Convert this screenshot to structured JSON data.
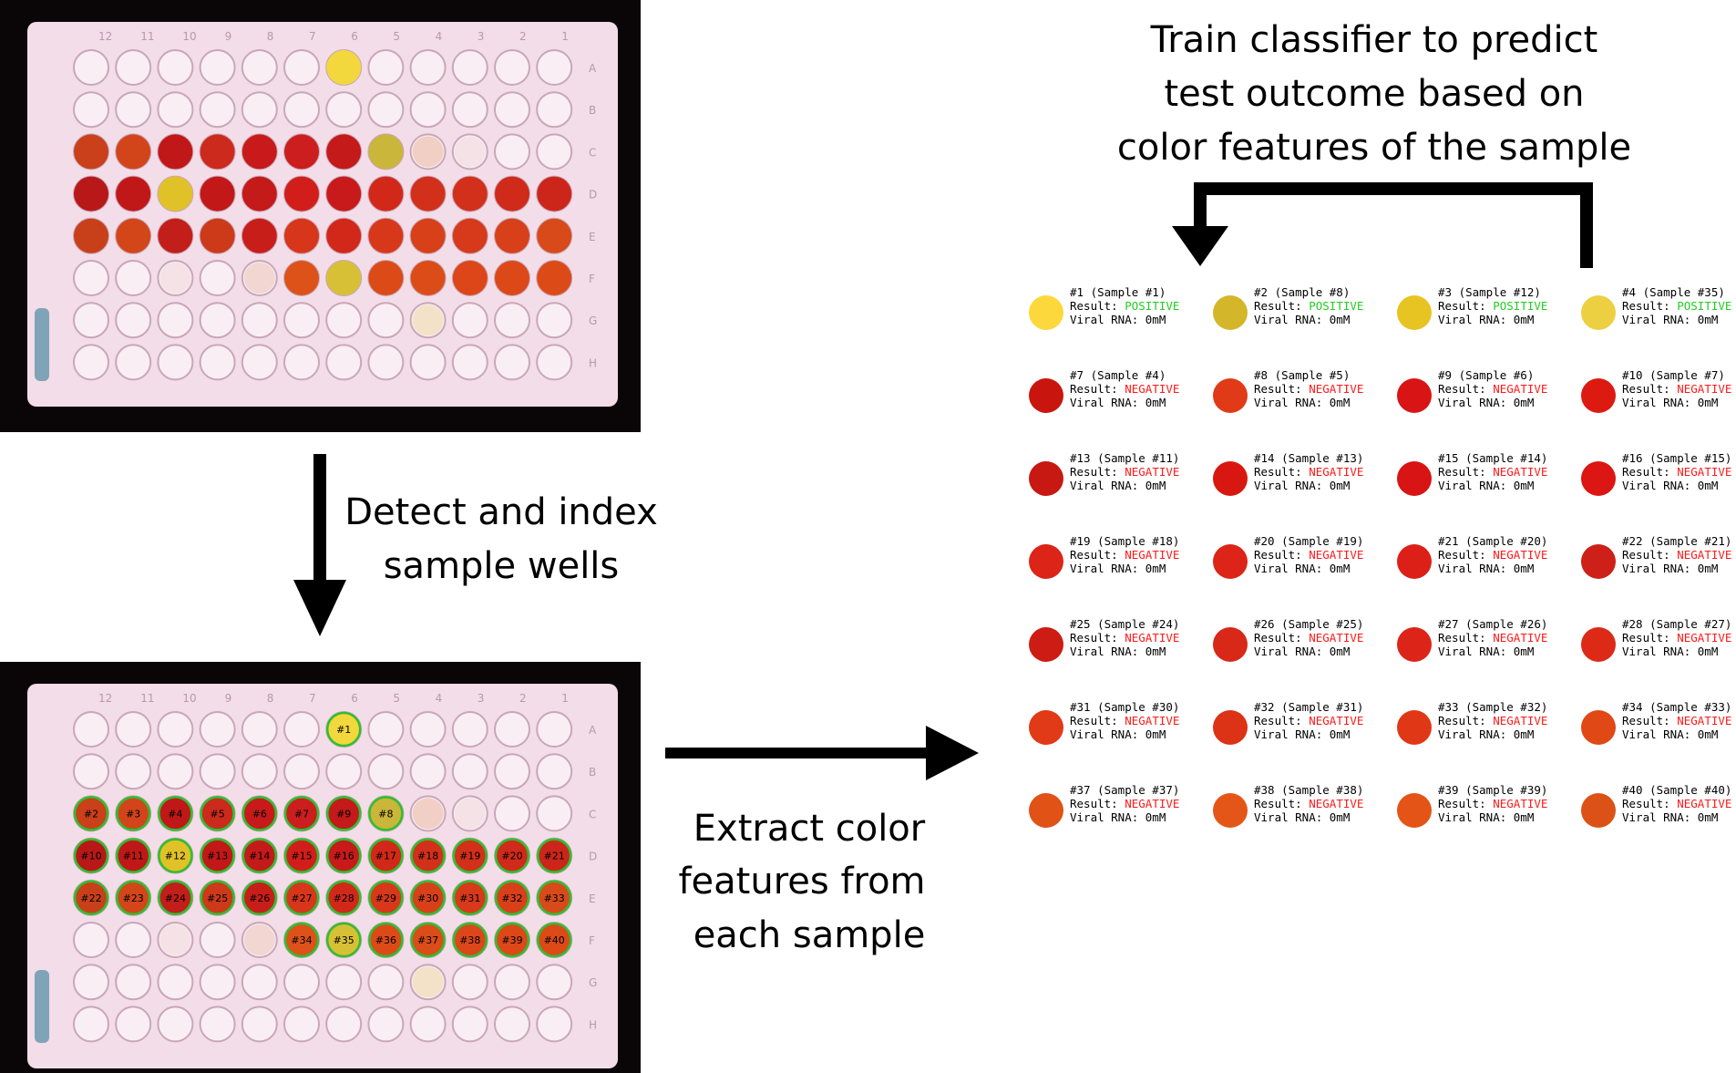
{
  "captions": {
    "train": [
      "Train classifier to predict",
      "test outcome based on",
      "color features of the sample"
    ],
    "detect": [
      "Detect and index",
      "sample wells"
    ],
    "extract": [
      "Extract color",
      "features  from",
      "each sample"
    ]
  },
  "colors": {
    "positive": "#22cc22",
    "negative": "#ff1a1a",
    "plate_frame": "#0a0506",
    "plate_body": "#f3dde8",
    "empty_well": "#f9eef4",
    "well_ring": "#c9a7b8"
  },
  "plate": {
    "row_letters": [
      "A",
      "B",
      "C",
      "D",
      "E",
      "F",
      "G",
      "H"
    ],
    "column_numbers": [
      "12",
      "11",
      "10",
      "9",
      "8",
      "7",
      "6",
      "5",
      "4",
      "3",
      "2",
      "1"
    ],
    "wells": [
      {
        "row": 0,
        "col": 6,
        "color": "#f2d83c",
        "tag": "#1"
      },
      {
        "row": 2,
        "col": 0,
        "color": "#c9401a",
        "tag": "#2"
      },
      {
        "row": 2,
        "col": 1,
        "color": "#d2451a",
        "tag": "#3"
      },
      {
        "row": 2,
        "col": 2,
        "color": "#c01818",
        "tag": "#4"
      },
      {
        "row": 2,
        "col": 3,
        "color": "#cc2a1c",
        "tag": "#5"
      },
      {
        "row": 2,
        "col": 4,
        "color": "#c81a1a",
        "tag": "#6"
      },
      {
        "row": 2,
        "col": 5,
        "color": "#cc1e1e",
        "tag": "#7"
      },
      {
        "row": 2,
        "col": 6,
        "color": "#c41a1a",
        "tag": "#9"
      },
      {
        "row": 2,
        "col": 7,
        "color": "#c9b63a",
        "tag": "#8"
      },
      {
        "row": 3,
        "col": 0,
        "color": "#b81818",
        "tag": "#10"
      },
      {
        "row": 3,
        "col": 1,
        "color": "#c01818",
        "tag": "#11"
      },
      {
        "row": 3,
        "col": 2,
        "color": "#e0c228",
        "tag": "#12"
      },
      {
        "row": 3,
        "col": 3,
        "color": "#c21818",
        "tag": "#13"
      },
      {
        "row": 3,
        "col": 4,
        "color": "#c41a1a",
        "tag": "#14"
      },
      {
        "row": 3,
        "col": 5,
        "color": "#d21e1a",
        "tag": "#15"
      },
      {
        "row": 3,
        "col": 6,
        "color": "#c81a1a",
        "tag": "#16"
      },
      {
        "row": 3,
        "col": 7,
        "color": "#d2281a",
        "tag": "#17"
      },
      {
        "row": 3,
        "col": 8,
        "color": "#d2301a",
        "tag": "#18"
      },
      {
        "row": 3,
        "col": 9,
        "color": "#d2301a",
        "tag": "#19"
      },
      {
        "row": 3,
        "col": 10,
        "color": "#d02a1a",
        "tag": "#20"
      },
      {
        "row": 3,
        "col": 11,
        "color": "#cc261a",
        "tag": "#21"
      },
      {
        "row": 4,
        "col": 0,
        "color": "#c8401a",
        "tag": "#22"
      },
      {
        "row": 4,
        "col": 1,
        "color": "#d2461a",
        "tag": "#23"
      },
      {
        "row": 4,
        "col": 2,
        "color": "#c21e1a",
        "tag": "#24"
      },
      {
        "row": 4,
        "col": 3,
        "color": "#cc3a1a",
        "tag": "#25"
      },
      {
        "row": 4,
        "col": 4,
        "color": "#c81e1a",
        "tag": "#26"
      },
      {
        "row": 4,
        "col": 5,
        "color": "#d8361a",
        "tag": "#27"
      },
      {
        "row": 4,
        "col": 6,
        "color": "#d2281a",
        "tag": "#28"
      },
      {
        "row": 4,
        "col": 7,
        "color": "#d8381a",
        "tag": "#29"
      },
      {
        "row": 4,
        "col": 8,
        "color": "#d8401a",
        "tag": "#30"
      },
      {
        "row": 4,
        "col": 9,
        "color": "#d63a1a",
        "tag": "#31"
      },
      {
        "row": 4,
        "col": 10,
        "color": "#d8401a",
        "tag": "#32"
      },
      {
        "row": 4,
        "col": 11,
        "color": "#d84a1a",
        "tag": "#33"
      },
      {
        "row": 5,
        "col": 5,
        "color": "#dc5218",
        "tag": "#34"
      },
      {
        "row": 5,
        "col": 6,
        "color": "#d8c036",
        "tag": "#35"
      },
      {
        "row": 5,
        "col": 7,
        "color": "#dc4a18",
        "tag": "#36"
      },
      {
        "row": 5,
        "col": 8,
        "color": "#dc4c18",
        "tag": "#37"
      },
      {
        "row": 5,
        "col": 9,
        "color": "#dc4618",
        "tag": "#38"
      },
      {
        "row": 5,
        "col": 10,
        "color": "#dc4818",
        "tag": "#39"
      },
      {
        "row": 5,
        "col": 11,
        "color": "#dc4a18",
        "tag": "#40"
      }
    ],
    "faint_wells": [
      {
        "row": 2,
        "col": 8,
        "color": "#f1cfc4"
      },
      {
        "row": 2,
        "col": 9,
        "color": "#f4e2e6"
      },
      {
        "row": 5,
        "col": 2,
        "color": "#f4e2e6"
      },
      {
        "row": 5,
        "col": 4,
        "color": "#f1d6d2"
      },
      {
        "row": 6,
        "col": 8,
        "color": "#f3e2c8"
      }
    ]
  },
  "results": {
    "result_prefix": "Result: ",
    "rna_text": "Viral RNA: 0mM",
    "positive_text": "POSITIVE",
    "negative_text": "NEGATIVE",
    "samples": [
      {
        "id": "#1 (Sample #1)",
        "result": "POSITIVE",
        "color": "#fcd83c"
      },
      {
        "id": "#2 (Sample #8)",
        "result": "POSITIVE",
        "color": "#d4b62a"
      },
      {
        "id": "#3 (Sample #12)",
        "result": "POSITIVE",
        "color": "#e8c422"
      },
      {
        "id": "#4 (Sample #35)",
        "result": "POSITIVE",
        "color": "#ecd042"
      },
      {
        "id": "#7 (Sample #4)",
        "result": "NEGATIVE",
        "color": "#c8160e"
      },
      {
        "id": "#8 (Sample #5)",
        "result": "NEGATIVE",
        "color": "#e03a18"
      },
      {
        "id": "#9 (Sample #6)",
        "result": "NEGATIVE",
        "color": "#d81414"
      },
      {
        "id": "#10 (Sample #7)",
        "result": "NEGATIVE",
        "color": "#dc1a12"
      },
      {
        "id": "#13 (Sample #11)",
        "result": "NEGATIVE",
        "color": "#c81812"
      },
      {
        "id": "#14 (Sample #13)",
        "result": "NEGATIVE",
        "color": "#d81810"
      },
      {
        "id": "#15 (Sample #14)",
        "result": "NEGATIVE",
        "color": "#d81414"
      },
      {
        "id": "#16 (Sample #15)",
        "result": "NEGATIVE",
        "color": "#dc1612"
      },
      {
        "id": "#19 (Sample #18)",
        "result": "NEGATIVE",
        "color": "#dc2418"
      },
      {
        "id": "#20 (Sample #19)",
        "result": "NEGATIVE",
        "color": "#dc2418"
      },
      {
        "id": "#21 (Sample #20)",
        "result": "NEGATIVE",
        "color": "#dc2018"
      },
      {
        "id": "#22 (Sample #21)",
        "result": "NEGATIVE",
        "color": "#cc2018"
      },
      {
        "id": "#25 (Sample #24)",
        "result": "NEGATIVE",
        "color": "#cc1c14"
      },
      {
        "id": "#26 (Sample #25)",
        "result": "NEGATIVE",
        "color": "#d82818"
      },
      {
        "id": "#27 (Sample #26)",
        "result": "NEGATIVE",
        "color": "#dc2418"
      },
      {
        "id": "#28 (Sample #27)",
        "result": "NEGATIVE",
        "color": "#dc2a16"
      },
      {
        "id": "#31 (Sample #30)",
        "result": "NEGATIVE",
        "color": "#e03a16"
      },
      {
        "id": "#32 (Sample #31)",
        "result": "NEGATIVE",
        "color": "#dc3216"
      },
      {
        "id": "#33 (Sample #32)",
        "result": "NEGATIVE",
        "color": "#e03816"
      },
      {
        "id": "#34 (Sample #33)",
        "result": "NEGATIVE",
        "color": "#e04816"
      },
      {
        "id": "#37 (Sample #37)",
        "result": "NEGATIVE",
        "color": "#e05216"
      },
      {
        "id": "#38 (Sample #38)",
        "result": "NEGATIVE",
        "color": "#e45618"
      },
      {
        "id": "#39 (Sample #39)",
        "result": "NEGATIVE",
        "color": "#e45416"
      },
      {
        "id": "#40 (Sample #40)",
        "result": "NEGATIVE",
        "color": "#dc5216"
      }
    ]
  }
}
